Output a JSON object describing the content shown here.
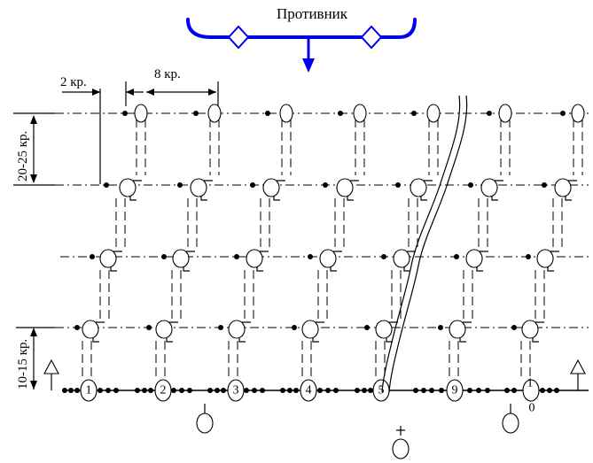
{
  "enemy_label": "Противник",
  "dims": {
    "gap_small": "2 кр.",
    "gap_large": "8 кр.",
    "row_spacing_top": "20-25 кр.",
    "row_spacing_bottom": "10-15 кр."
  },
  "base_labels": [
    "1",
    "2",
    "3",
    "4",
    "5",
    "9",
    "1",
    "0"
  ]
}
